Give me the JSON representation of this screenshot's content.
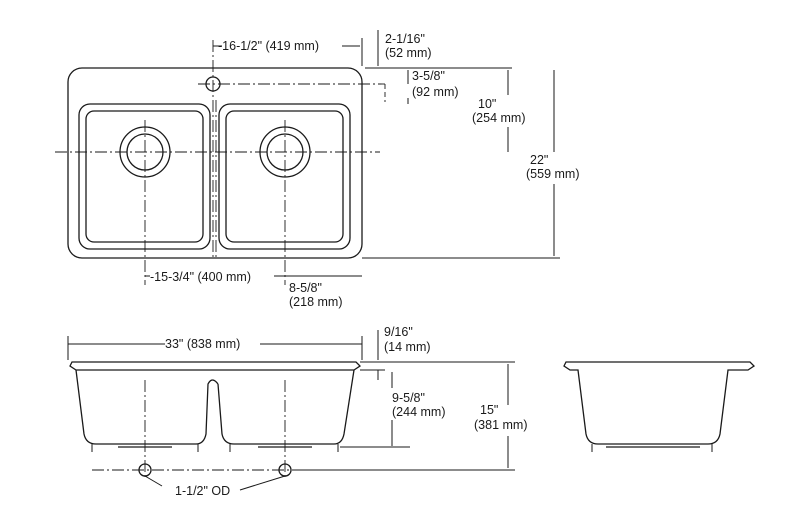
{
  "dimensions": {
    "width_between_drains": "-16-1/2\" (419 mm)",
    "deck_offset_in": "2-1/16\"",
    "deck_offset_mm": "(52 mm)",
    "faucet_hole_in": "3-5/8\"",
    "faucet_hole_mm": "(92 mm)",
    "half_depth_in": "10\"",
    "half_depth_mm": "(254 mm)",
    "overall_depth_in": "22\"",
    "overall_depth_mm": "(559 mm)",
    "drain_from_edge": "-15-3/4\" (400 mm)",
    "drain_to_side_in": "8-5/8\"",
    "drain_to_side_mm": "(218 mm)",
    "overall_width": "33\" (838 mm)",
    "rim_thickness_in": "9/16\"",
    "rim_thickness_mm": "(14 mm)",
    "basin_depth_in": "9-5/8\"",
    "basin_depth_mm": "(244 mm)",
    "overall_height_in": "15\"",
    "overall_height_mm": "(381 mm)",
    "drain_outlet": "1-1/2\" OD"
  }
}
